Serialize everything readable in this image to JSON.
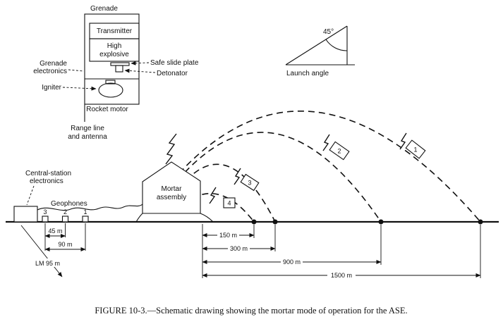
{
  "figure": {
    "caption": "FIGURE 10-3.—Schematic drawing showing the mortar mode of operation for the ASE.",
    "ink_color": "#111111",
    "background_color": "#ffffff"
  },
  "grenade_inset": {
    "title": "Grenade",
    "transmitter": "Transmitter",
    "high_explosive_lines": [
      "High",
      "explosive"
    ],
    "safe_slide_plate": "Safe slide plate",
    "detonator": "Detonator",
    "electronics_lines": [
      "Grenade",
      "electronics"
    ],
    "igniter": "Igniter",
    "rocket_motor": "Rocket motor",
    "range_line_lines": [
      "Range line",
      "and antenna"
    ]
  },
  "launch_inset": {
    "angle_value": "45°",
    "label": "Launch angle"
  },
  "station": {
    "label_lines": [
      "Central-station",
      "electronics"
    ],
    "geophones_label": "Geophones",
    "geophone_ids": [
      "3",
      "2",
      "1"
    ]
  },
  "mortar": {
    "label_lines": [
      "Mortar",
      "assembly"
    ]
  },
  "grenades": [
    {
      "id": "1"
    },
    {
      "id": "2"
    },
    {
      "id": "3"
    },
    {
      "id": "4"
    }
  ],
  "dimensions": {
    "geophone_spacing": "45 m",
    "geophone_span": "90 m",
    "lm_distance": "LM 95 m",
    "range_150": "150 m",
    "range_300": "300 m",
    "range_900": "900 m",
    "range_1500": "1500 m"
  }
}
